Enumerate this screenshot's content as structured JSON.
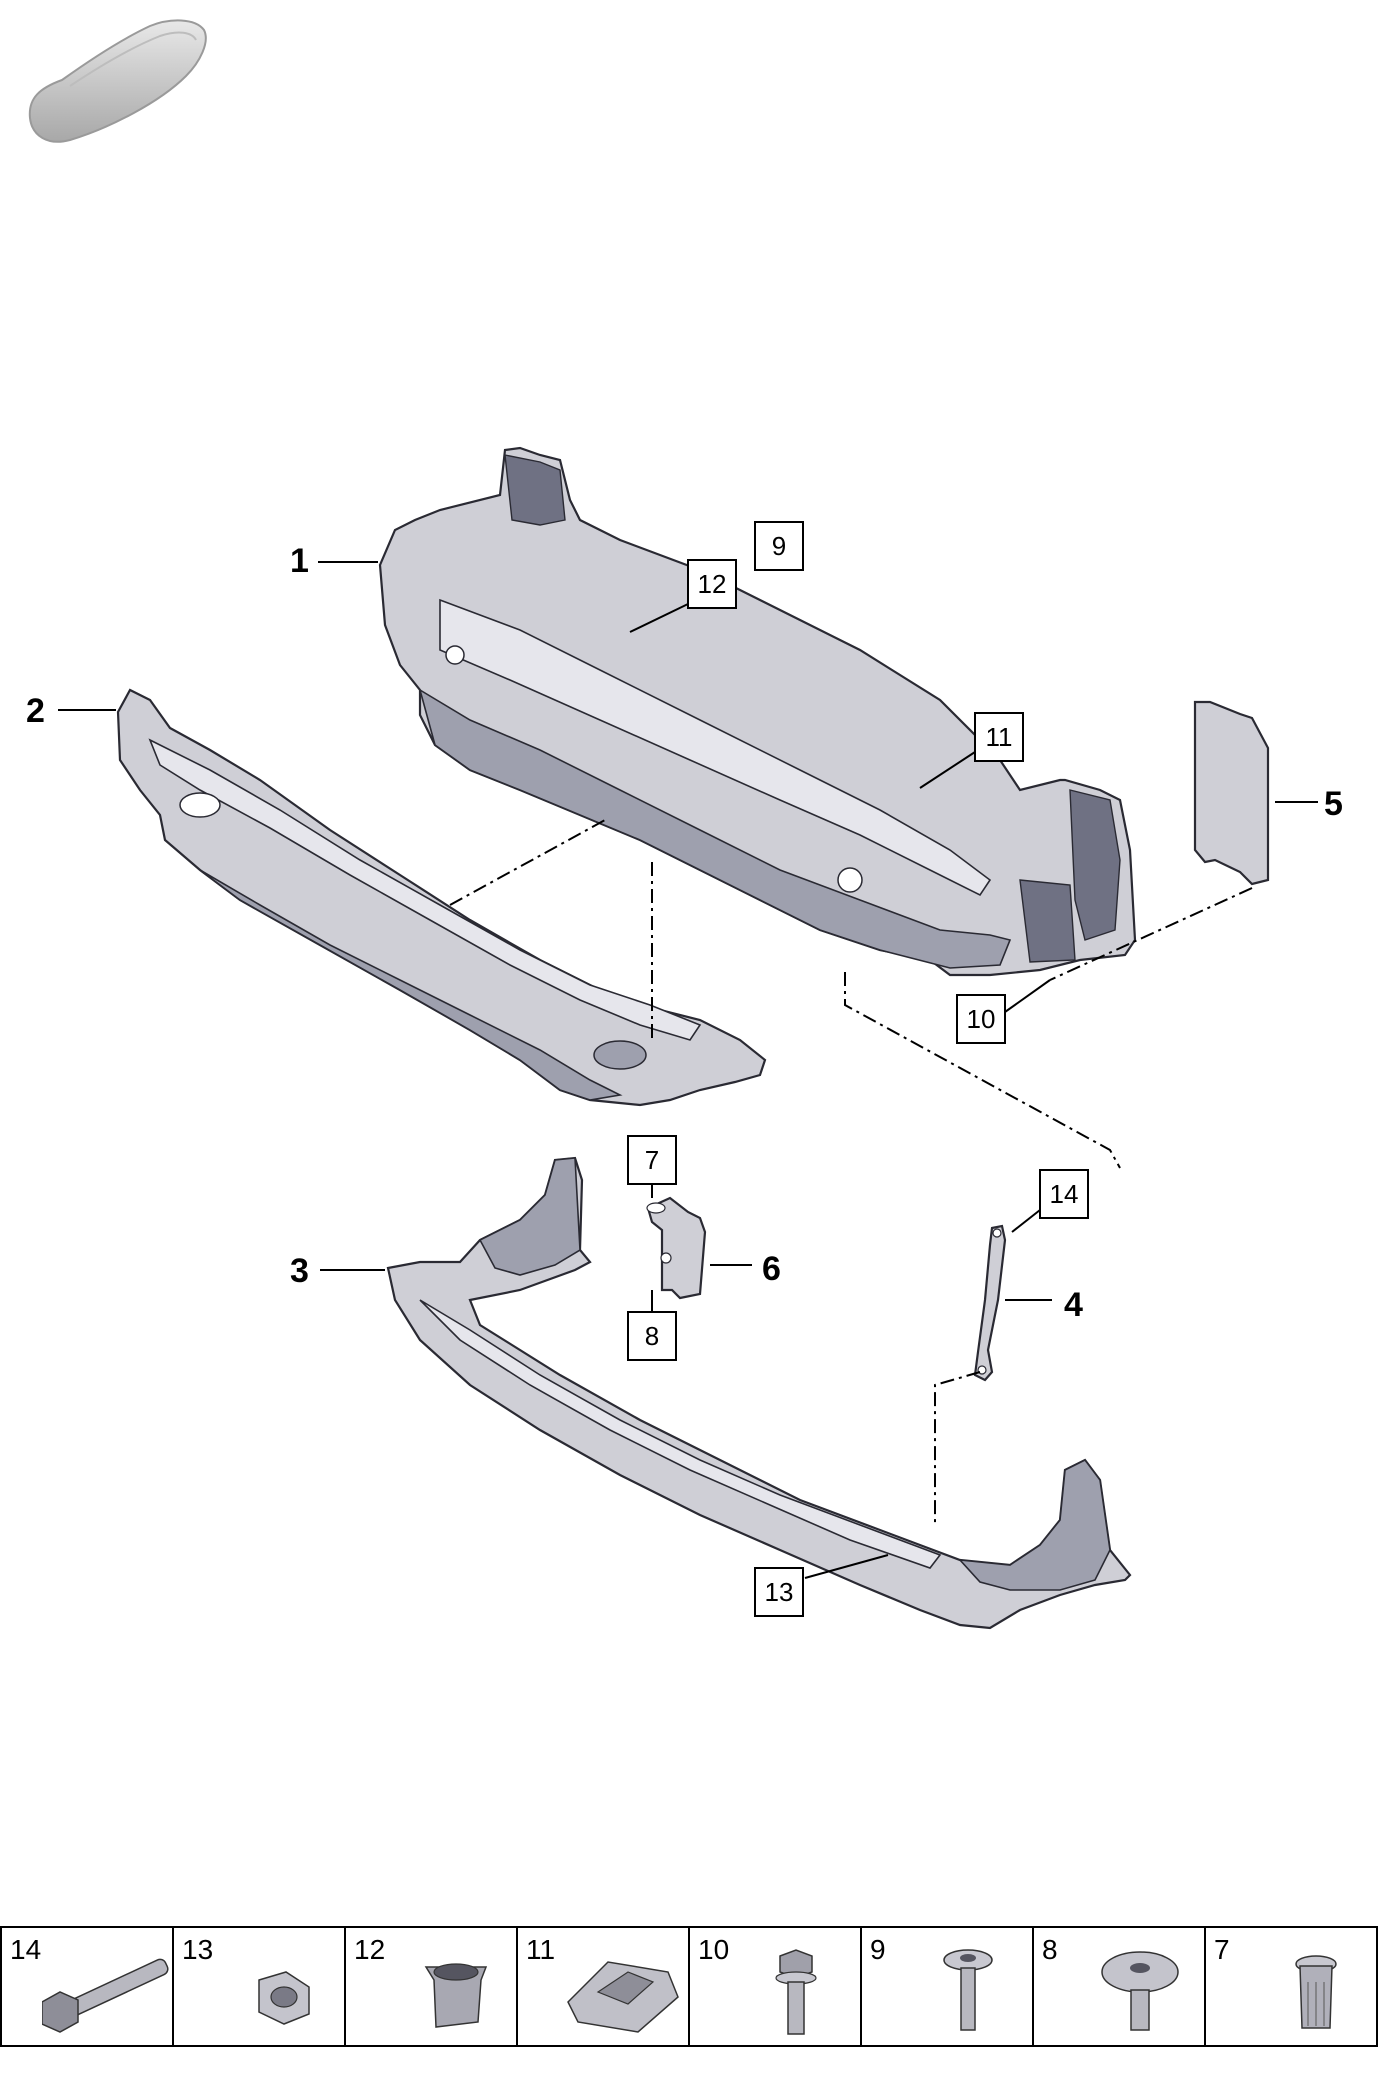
{
  "callouts": {
    "main": [
      "1",
      "2",
      "3",
      "4",
      "5",
      "6"
    ],
    "boxed": [
      "9",
      "12",
      "11",
      "10",
      "7",
      "14",
      "8",
      "13"
    ]
  },
  "legend": [
    {
      "number": "14",
      "icon": "hex-bolt-icon"
    },
    {
      "number": "13",
      "icon": "hex-nut-icon"
    },
    {
      "number": "12",
      "icon": "expanding-nut-icon"
    },
    {
      "number": "11",
      "icon": "spring-clip-nut-icon"
    },
    {
      "number": "10",
      "icon": "flange-bolt-icon"
    },
    {
      "number": "9",
      "icon": "torx-screw-icon"
    },
    {
      "number": "8",
      "icon": "pan-head-screw-icon"
    },
    {
      "number": "7",
      "icon": "rivet-nut-icon"
    }
  ],
  "colors": {
    "part_fill": "#cfcfd6",
    "part_shade": "#9ea0ae",
    "line": "#000000",
    "car_icon": "#c8c8c8"
  }
}
